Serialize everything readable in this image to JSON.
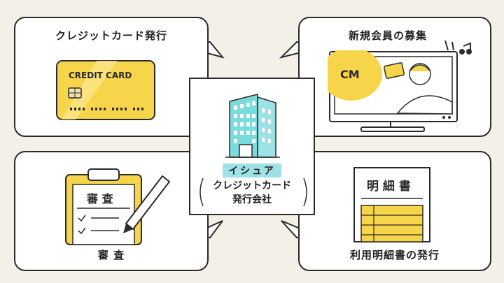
{
  "panels": {
    "issue_card": {
      "title": "クレジットカード発行",
      "card_text": "CREDIT CARD"
    },
    "recruit": {
      "title": "新規会員の募集",
      "tv_text": "CM"
    },
    "screening": {
      "title": "審 査",
      "form_text": "審 査"
    },
    "statement": {
      "title": "利用明細書の発行",
      "doc_text": "明 細 書"
    }
  },
  "center": {
    "label": "イシュア",
    "line1": "クレジットカード",
    "line2": "発行会社"
  },
  "colors": {
    "yellow": "#f7d54a",
    "teal": "#79dcdc",
    "border": "#2b2b2b",
    "bg": "#f4efe7"
  }
}
